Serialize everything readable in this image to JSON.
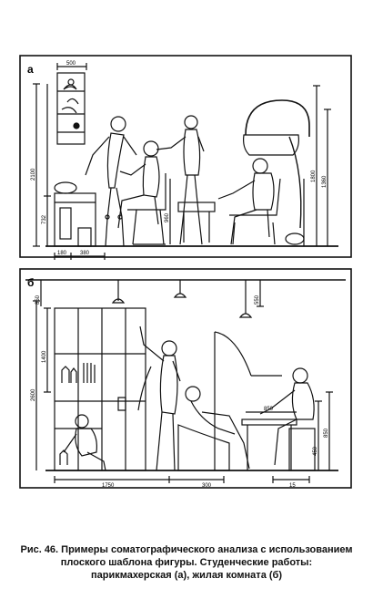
{
  "panel_a": {
    "label": "а",
    "dims": {
      "d1": "2100",
      "d2": "732",
      "d3": "180",
      "d4": "380",
      "d5": "500",
      "d6": "1800",
      "d7": "1360",
      "d8": "960"
    }
  },
  "panel_b": {
    "label": "б",
    "dims": {
      "d1": "2600",
      "d2": "1400",
      "d3": "850",
      "d4": "550",
      "d5": "1750",
      "d6": "300",
      "d7": "15",
      "d8": "450",
      "d9": "850",
      "d10": "850"
    }
  },
  "caption": {
    "line1": "Рис. 46. Примеры соматографического анализа с использованием",
    "line2": "плоского шаблона фигуры. Студенческие работы:",
    "line3": "парикмахерская (а), жилая комната (б)"
  }
}
